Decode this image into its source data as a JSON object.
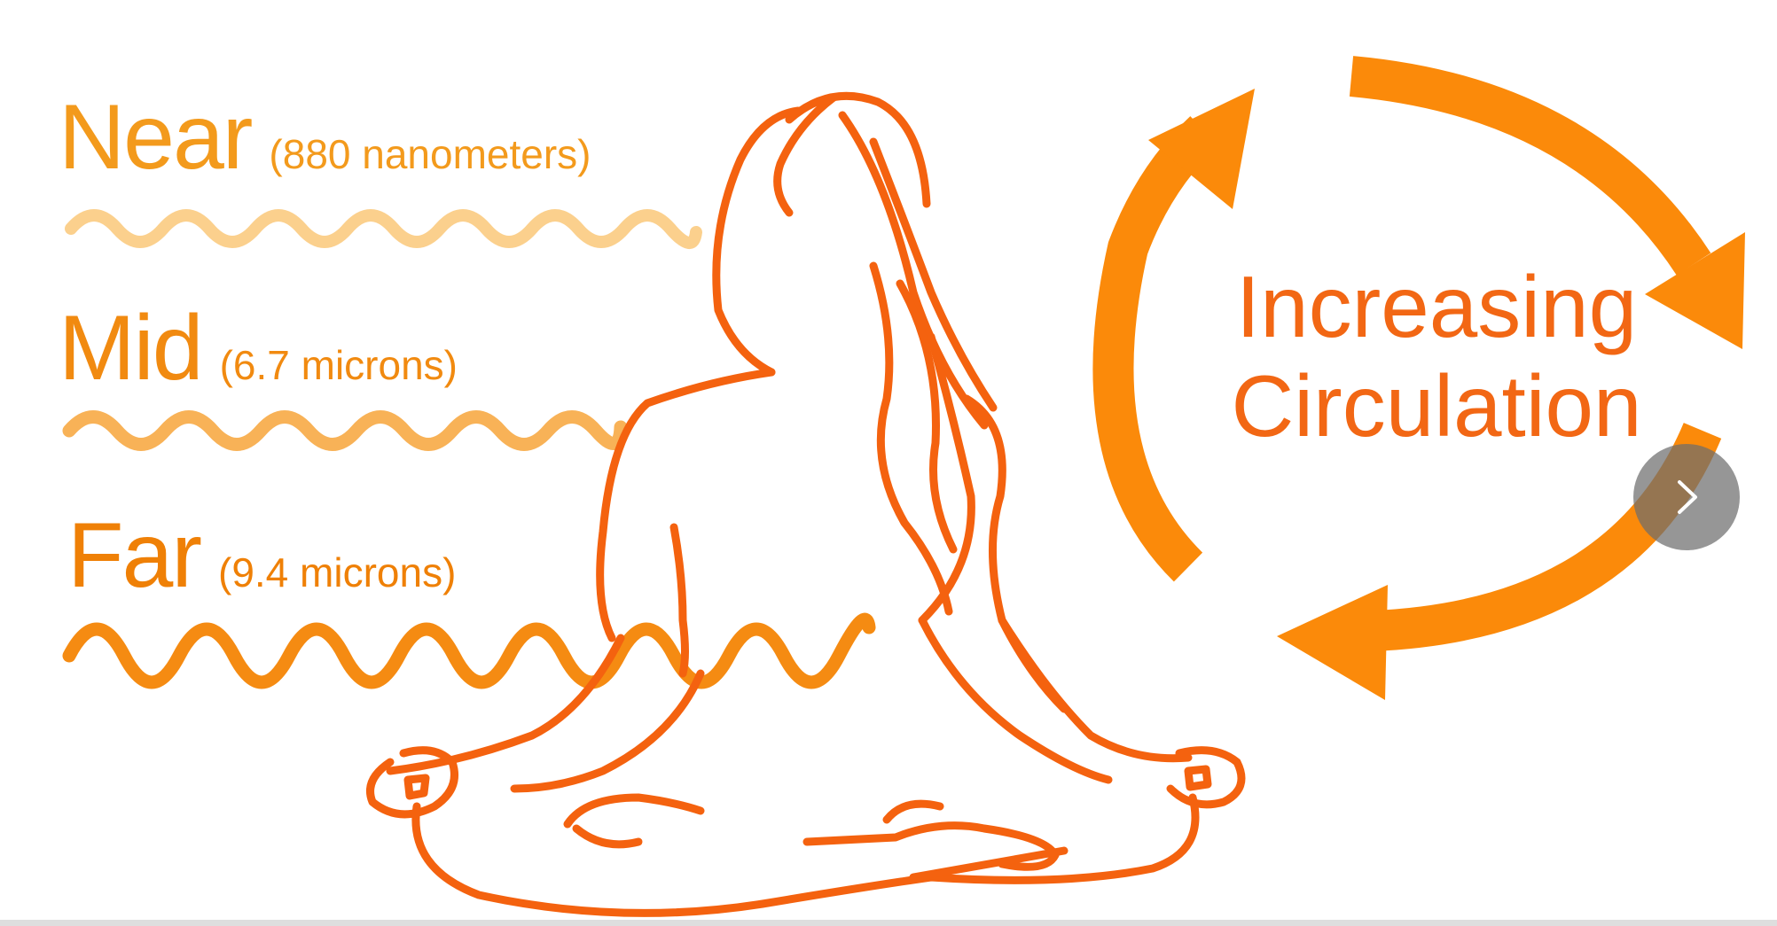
{
  "waves": [
    {
      "name": "Near",
      "detail": "(880 nanometers)",
      "color": "#fbd08d"
    },
    {
      "name": "Mid",
      "detail": "(6.7 microns)",
      "color": "#f8b257"
    },
    {
      "name": "Far",
      "detail": "(9.4 microns)",
      "color": "#f58b12"
    }
  ],
  "cycle": {
    "line1": "Increasing",
    "line2": "Circulation",
    "arrow_color": "#fb8a0a",
    "text_color": "#f26714"
  },
  "figure": {
    "line_color": "#f4620f",
    "icon": "meditating-woman-icon"
  },
  "navigation": {
    "next_icon": "chevron-right-icon"
  }
}
